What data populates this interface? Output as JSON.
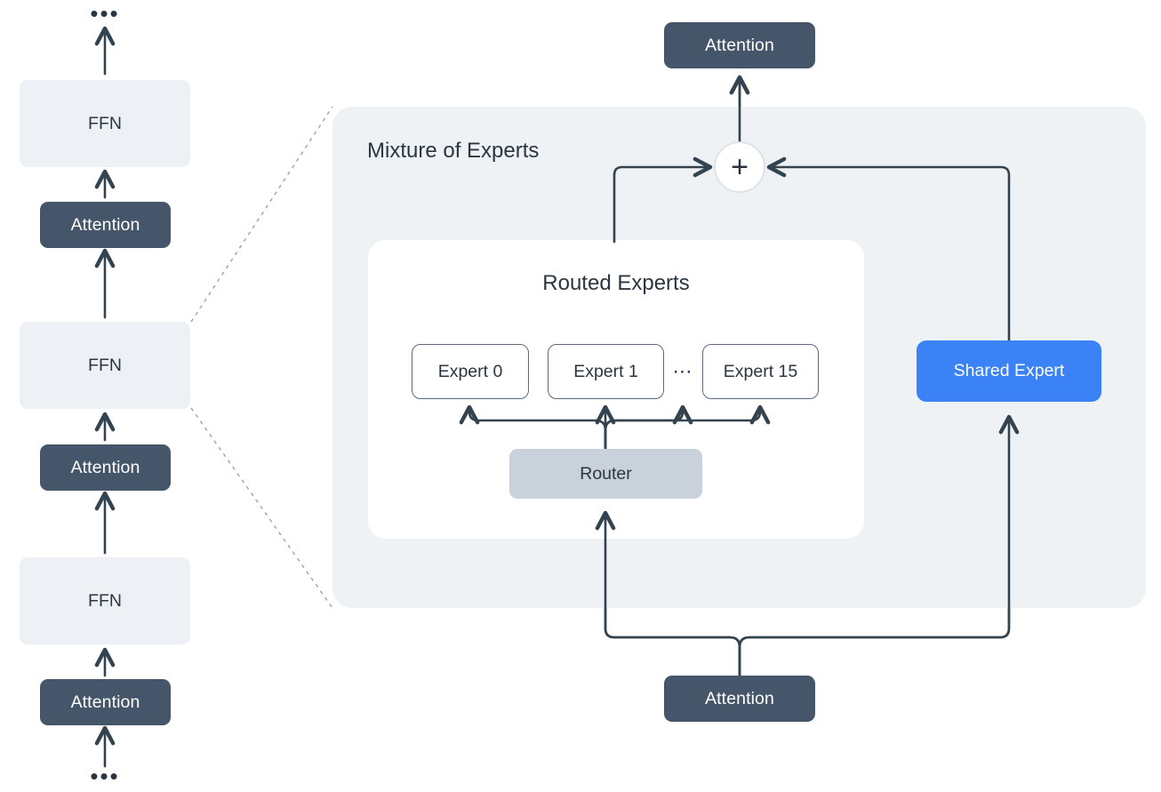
{
  "diagram": {
    "title": "Mixture of Experts architecture",
    "colors": {
      "attention_fill": "#45566a",
      "ffn_fill": "#edf1f5",
      "panel_fill": "#eef2f5",
      "inner_panel_fill": "#ffffff",
      "router_fill": "#c9d2db",
      "shared_expert_fill": "#3b82f6",
      "expert_border": "#5b6b7d",
      "arrow_stroke": "#33434f",
      "text_dark": "#2a3642",
      "text_light": "#ffffff",
      "dashed_stroke": "#9aa8bc"
    }
  },
  "left_stack": {
    "top_ellipsis": "•••",
    "bottom_ellipsis": "•••",
    "blocks": [
      {
        "label": "FFN",
        "kind": "ffn"
      },
      {
        "label": "Attention",
        "kind": "attention"
      },
      {
        "label": "FFN",
        "kind": "ffn"
      },
      {
        "label": "Attention",
        "kind": "attention"
      },
      {
        "label": "FFN",
        "kind": "ffn"
      },
      {
        "label": "Attention",
        "kind": "attention"
      }
    ]
  },
  "moe_panel": {
    "title": "Mixture of Experts",
    "output_attention": {
      "label": "Attention"
    },
    "input_attention": {
      "label": "Attention"
    },
    "sum_node": {
      "symbol": "+",
      "name": "add"
    },
    "routed_experts": {
      "title": "Routed Experts",
      "experts": [
        {
          "label": "Expert 0"
        },
        {
          "label": "Expert 1"
        },
        {
          "label": "Expert 15"
        }
      ],
      "ellipsis": "⋯",
      "router": {
        "label": "Router"
      }
    },
    "shared_expert": {
      "label": "Shared Expert"
    }
  }
}
